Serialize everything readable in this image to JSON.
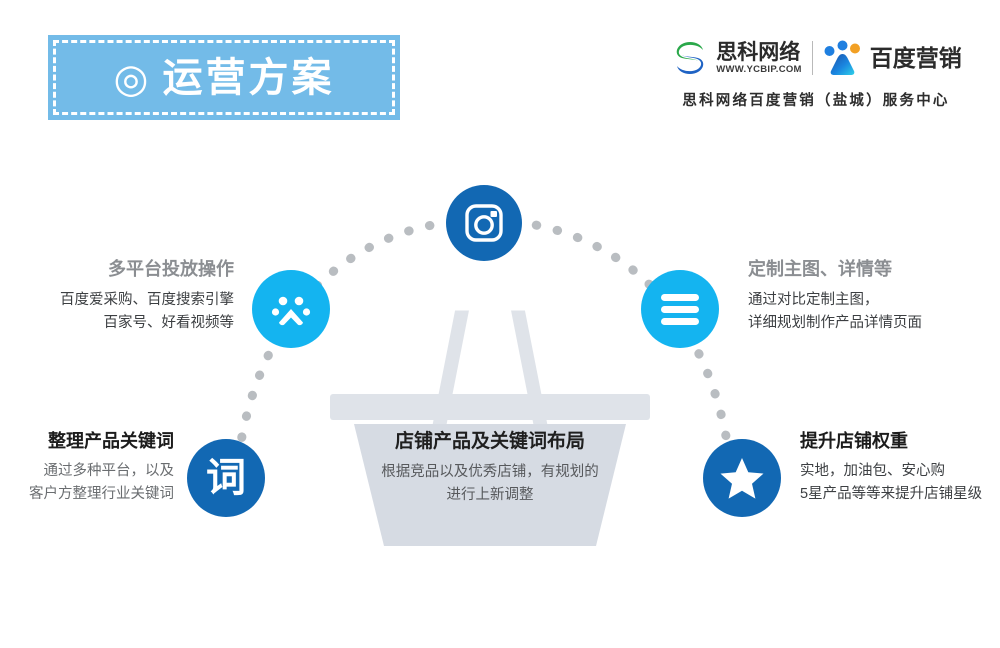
{
  "banner": {
    "mark": "◎",
    "mark_icon": "target-circle-icon",
    "title": "运营方案",
    "bg_color": "#73bbe8"
  },
  "brand": {
    "sike_name": "思科网络",
    "sike_url": "WWW.YCBIP.COM",
    "sike_logo_icon": "sike-s-logo-icon",
    "baidu_logo_icon": "baidu-paw-logo-icon",
    "baidu_name": "百度营销",
    "subtitle": "思科网络百度营销（盐城）服务中心"
  },
  "diagram": {
    "center": {
      "art_icon": "shopping-basket-icon",
      "title": "店铺产品及关键词布局",
      "lines": [
        "根据竞品以及优秀店铺，有规划的",
        "进行上新调整"
      ]
    },
    "nodes": [
      {
        "key": "top",
        "icon": "camera-icon",
        "color": "#1268b3",
        "glyph": ""
      },
      {
        "key": "left",
        "icon": "baidu-paw-icon",
        "color": "#14b4f0",
        "glyph": ""
      },
      {
        "key": "right",
        "icon": "hamburger-menu-icon",
        "color": "#14b4f0",
        "glyph": ""
      },
      {
        "key": "bottom-left",
        "icon": "keyword-character-icon",
        "color": "#1268b3",
        "glyph": "词"
      },
      {
        "key": "bottom-right",
        "icon": "star-icon",
        "color": "#1268b3",
        "glyph": ""
      }
    ],
    "callouts": {
      "left_top": {
        "title": "多平台投放操作",
        "lines": [
          "百度爱采购、百度搜索引擎",
          "百家号、好看视频等"
        ]
      },
      "right_top": {
        "title": "定制主图、详情等",
        "lines": [
          "通过对比定制主图，",
          "详细规划制作产品详情页面"
        ]
      },
      "bottom_left": {
        "title": "整理产品关键词",
        "lines": [
          "通过多种平台，以及",
          "客户方整理行业关键词"
        ]
      },
      "bottom_right": {
        "title": "提升店铺权重",
        "lines": [
          "实地，加油包、安心购",
          "5星产品等等来提升店铺星级"
        ]
      }
    },
    "arc_dot_color": "#b9bdc1"
  }
}
